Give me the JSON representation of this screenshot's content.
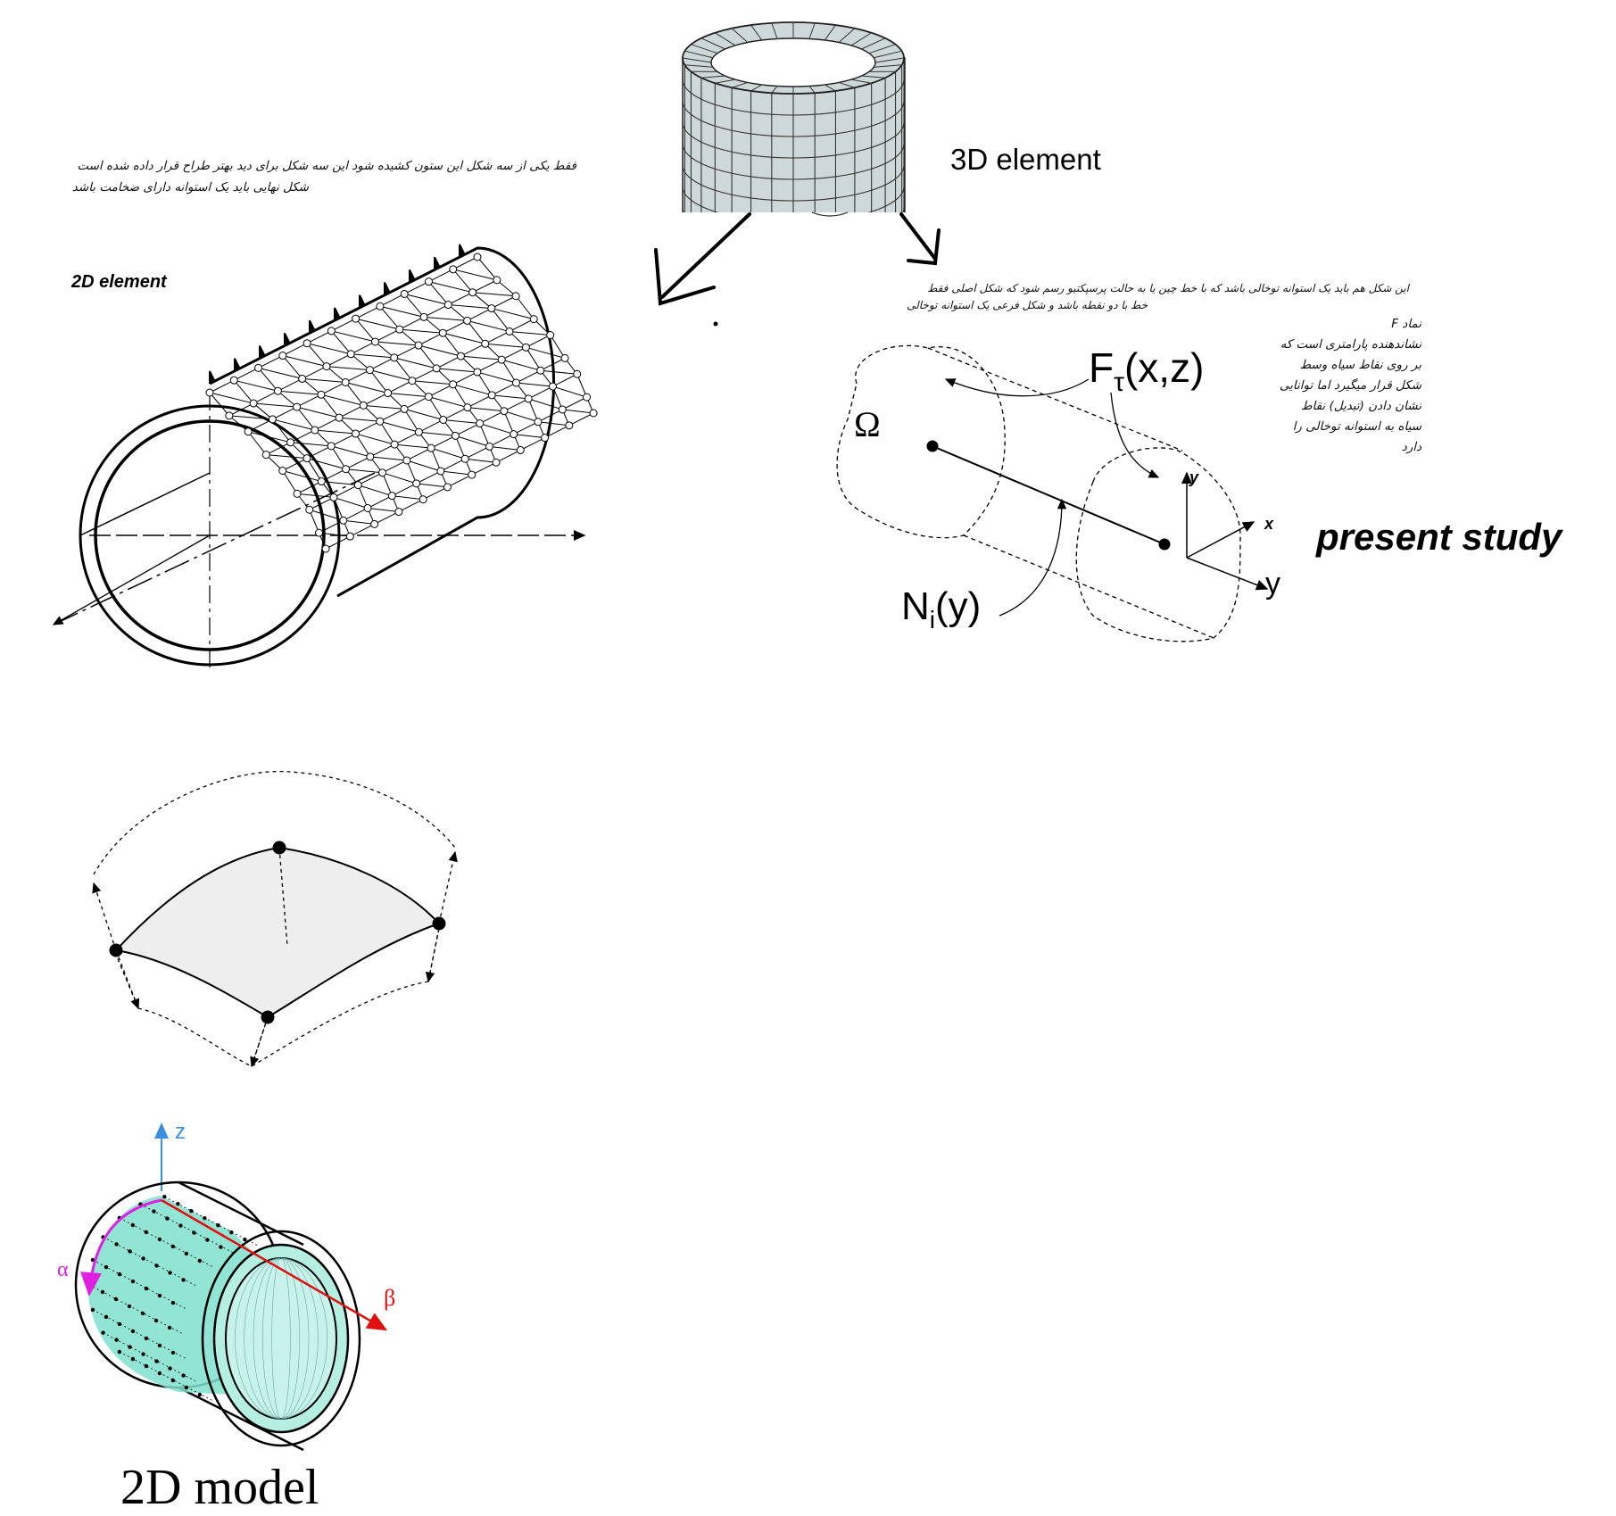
{
  "labels": {
    "element_3d": "3D element",
    "element_2d": "2D element",
    "present_study": "present study",
    "model_2d": "2D model",
    "omega": "Ω",
    "f_tau": "F",
    "f_tau_sub": "τ",
    "f_tau_args": "(x,z)",
    "n_i": "N",
    "n_i_sub": "i",
    "n_i_args": "(y)",
    "axis_x": "x",
    "axis_y_small": "y",
    "axis_y_large": "y",
    "axis_z": "z",
    "alpha": "α",
    "beta": "β"
  },
  "notes": {
    "top_left_line1": "فقط یکی از سه شکل این ستون کشیده شود این سه شکل برای دید بهتر طراح قرار داده شده است",
    "top_left_line2": "شکل نهایی باید یک استوانه دارای ضخامت باشد",
    "middle_line1": "این شکل هم باید یک استوانه توخالی باشد که با خط چین یا به حالت پرسپکتیو رسم شود که شکل اصلی فقط",
    "middle_line2": "خط با دو نقطه باشد و شکل فرعی یک استوانه توخالی",
    "side_lines": [
      "نماد F",
      "نشاندهنده پارامتری است که",
      "بر روی نقاط سیاه وسط",
      "شکل قرار میگیرد اما توانایی",
      "نشان دادن (تبدیل) نقاط",
      "سیاه به استوانه توخالی را",
      "دارد"
    ]
  },
  "colors": {
    "mesh_fill": "#cfd8d8",
    "teal": "#7fe0cc",
    "alpha_arc": "#e020e0",
    "beta_axis": "#e01010",
    "z_axis": "#3a8fe0"
  }
}
